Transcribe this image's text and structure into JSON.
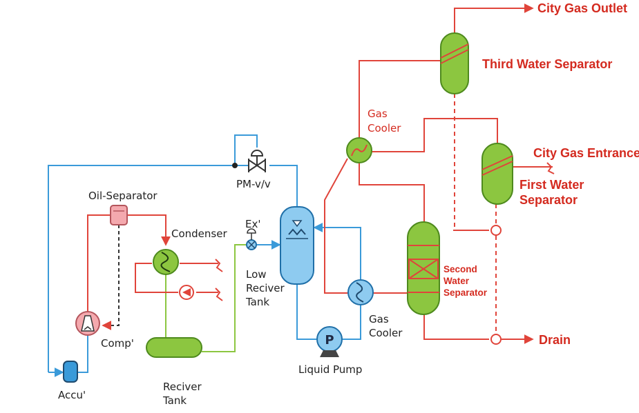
{
  "labels": {
    "city_gas_outlet": "City Gas Outlet",
    "third_water_separator": "Third Water Separator",
    "gas_cooler_top_1": "Gas",
    "gas_cooler_top_2": "Cooler",
    "city_gas_entrance": "City Gas Entrance",
    "first_water_separator_1": "First Water",
    "first_water_separator_2": "Separator",
    "pm_vv": "PM-v/v",
    "oil_separator": "Oil-Separator",
    "condenser": "Condenser",
    "ex": "Ex'",
    "low_receiver_1": "Low",
    "low_receiver_2": "Reciver",
    "low_receiver_3": "Tank",
    "second_water_separator_1": "Second",
    "second_water_separator_2": "Water",
    "second_water_separator_3": "Separator",
    "comp": "Comp'",
    "gas_cooler_bottom_1": "Gas",
    "gas_cooler_bottom_2": "Cooler",
    "drain": "Drain",
    "receiver_tank_1": "Reciver",
    "receiver_tank_2": "Tank",
    "liquid_pump": "Liquid Pump",
    "accu": "Accu'",
    "pump_symbol": "P"
  },
  "colors": {
    "refrigerant_line": "#3a9ad9",
    "gas_line": "#e0443a",
    "liquid_line": "#8cc640",
    "equipment_green": "#8cc640",
    "equipment_blue": "#8ecbf0",
    "equipment_pink": "#f4a9ae",
    "label_red": "#d42a1f"
  }
}
